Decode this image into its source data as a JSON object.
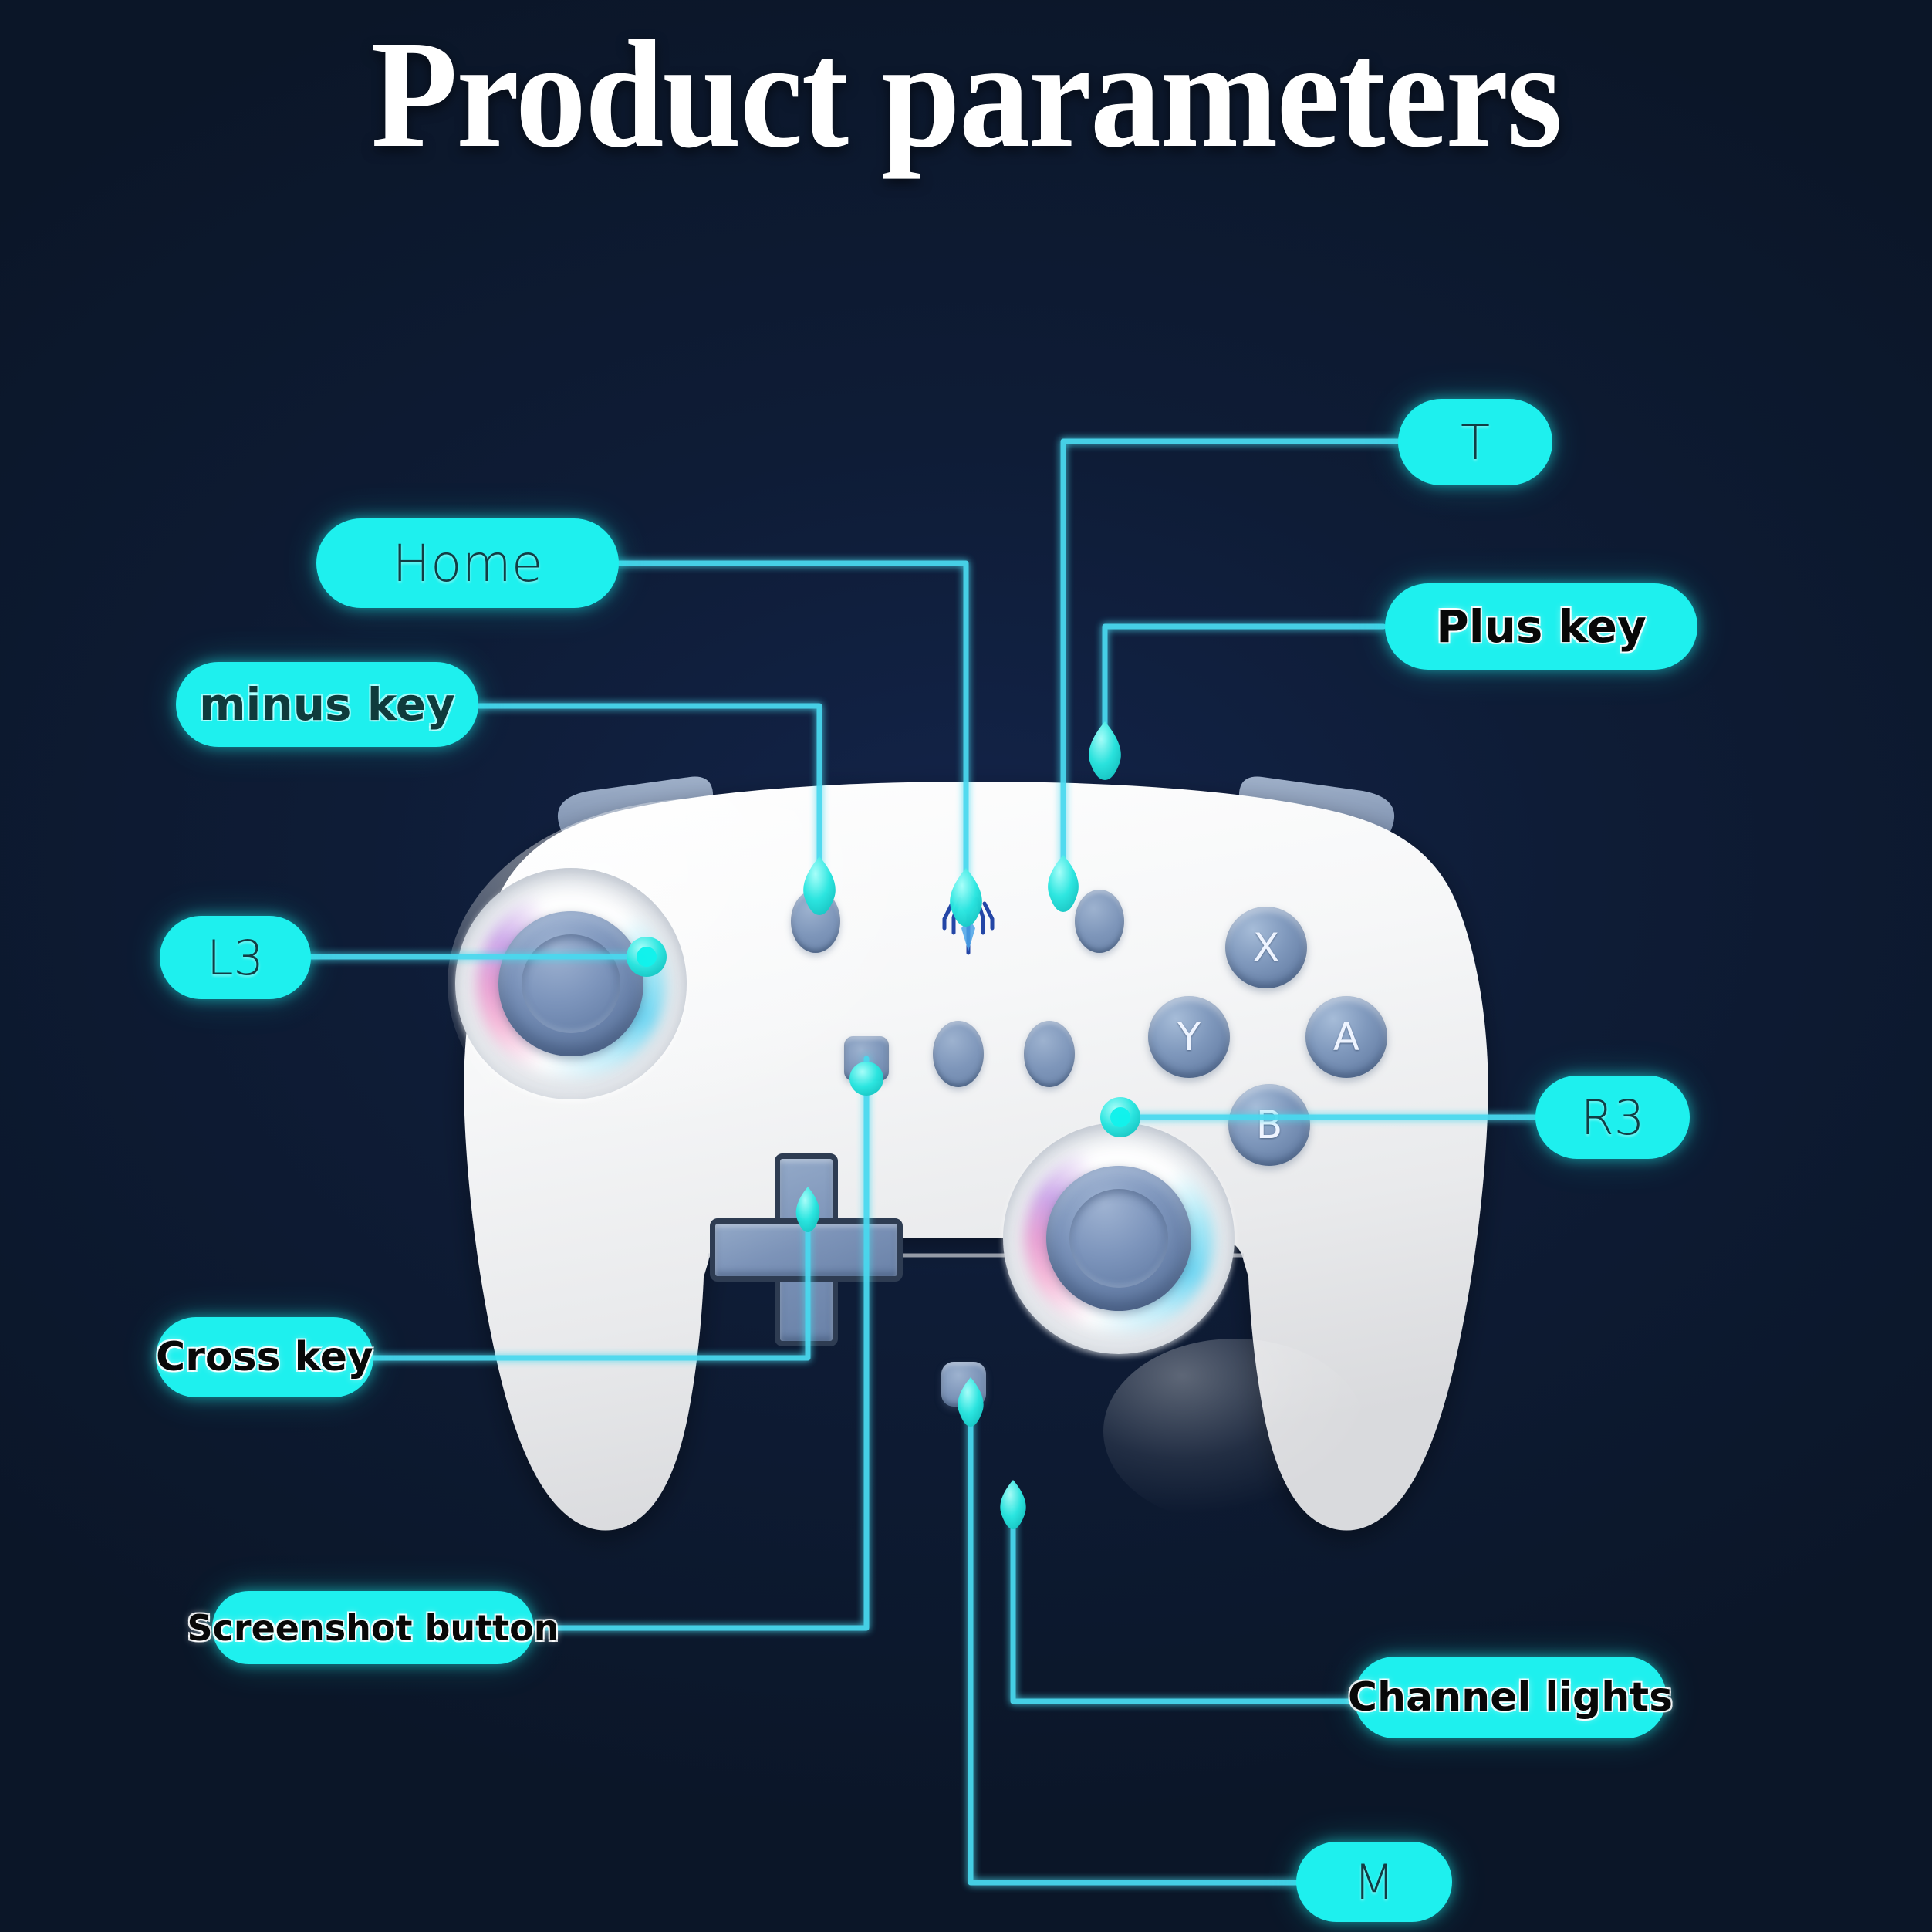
{
  "page": {
    "title": "Product parameters",
    "background_color": "#0d1b32",
    "accent_color": "#1ef0ee",
    "line_color": "#3fd8ef",
    "device_color": "#f2f3f5",
    "button_color": "#7d95bc"
  },
  "labels": [
    {
      "id": "t",
      "text": "T",
      "style": "thin"
    },
    {
      "id": "home",
      "text": "Home",
      "style": "thin"
    },
    {
      "id": "plus-key",
      "text": "Plus key",
      "style": "bold"
    },
    {
      "id": "minus-key",
      "text": "minus key",
      "style": "boldteal"
    },
    {
      "id": "l3",
      "text": "L3",
      "style": "thin"
    },
    {
      "id": "r3",
      "text": "R3",
      "style": "thin"
    },
    {
      "id": "cross-key",
      "text": "Cross key",
      "style": "bold"
    },
    {
      "id": "screenshot-button",
      "text": "Screenshot button",
      "style": "bold"
    },
    {
      "id": "channel-lights",
      "text": "Channel lights",
      "style": "bold"
    },
    {
      "id": "m",
      "text": "M",
      "style": "thin"
    }
  ],
  "controller": {
    "face_buttons": [
      {
        "id": "x",
        "label": "X"
      },
      {
        "id": "y",
        "label": "Y"
      },
      {
        "id": "a",
        "label": "A"
      },
      {
        "id": "b",
        "label": "B"
      }
    ]
  }
}
